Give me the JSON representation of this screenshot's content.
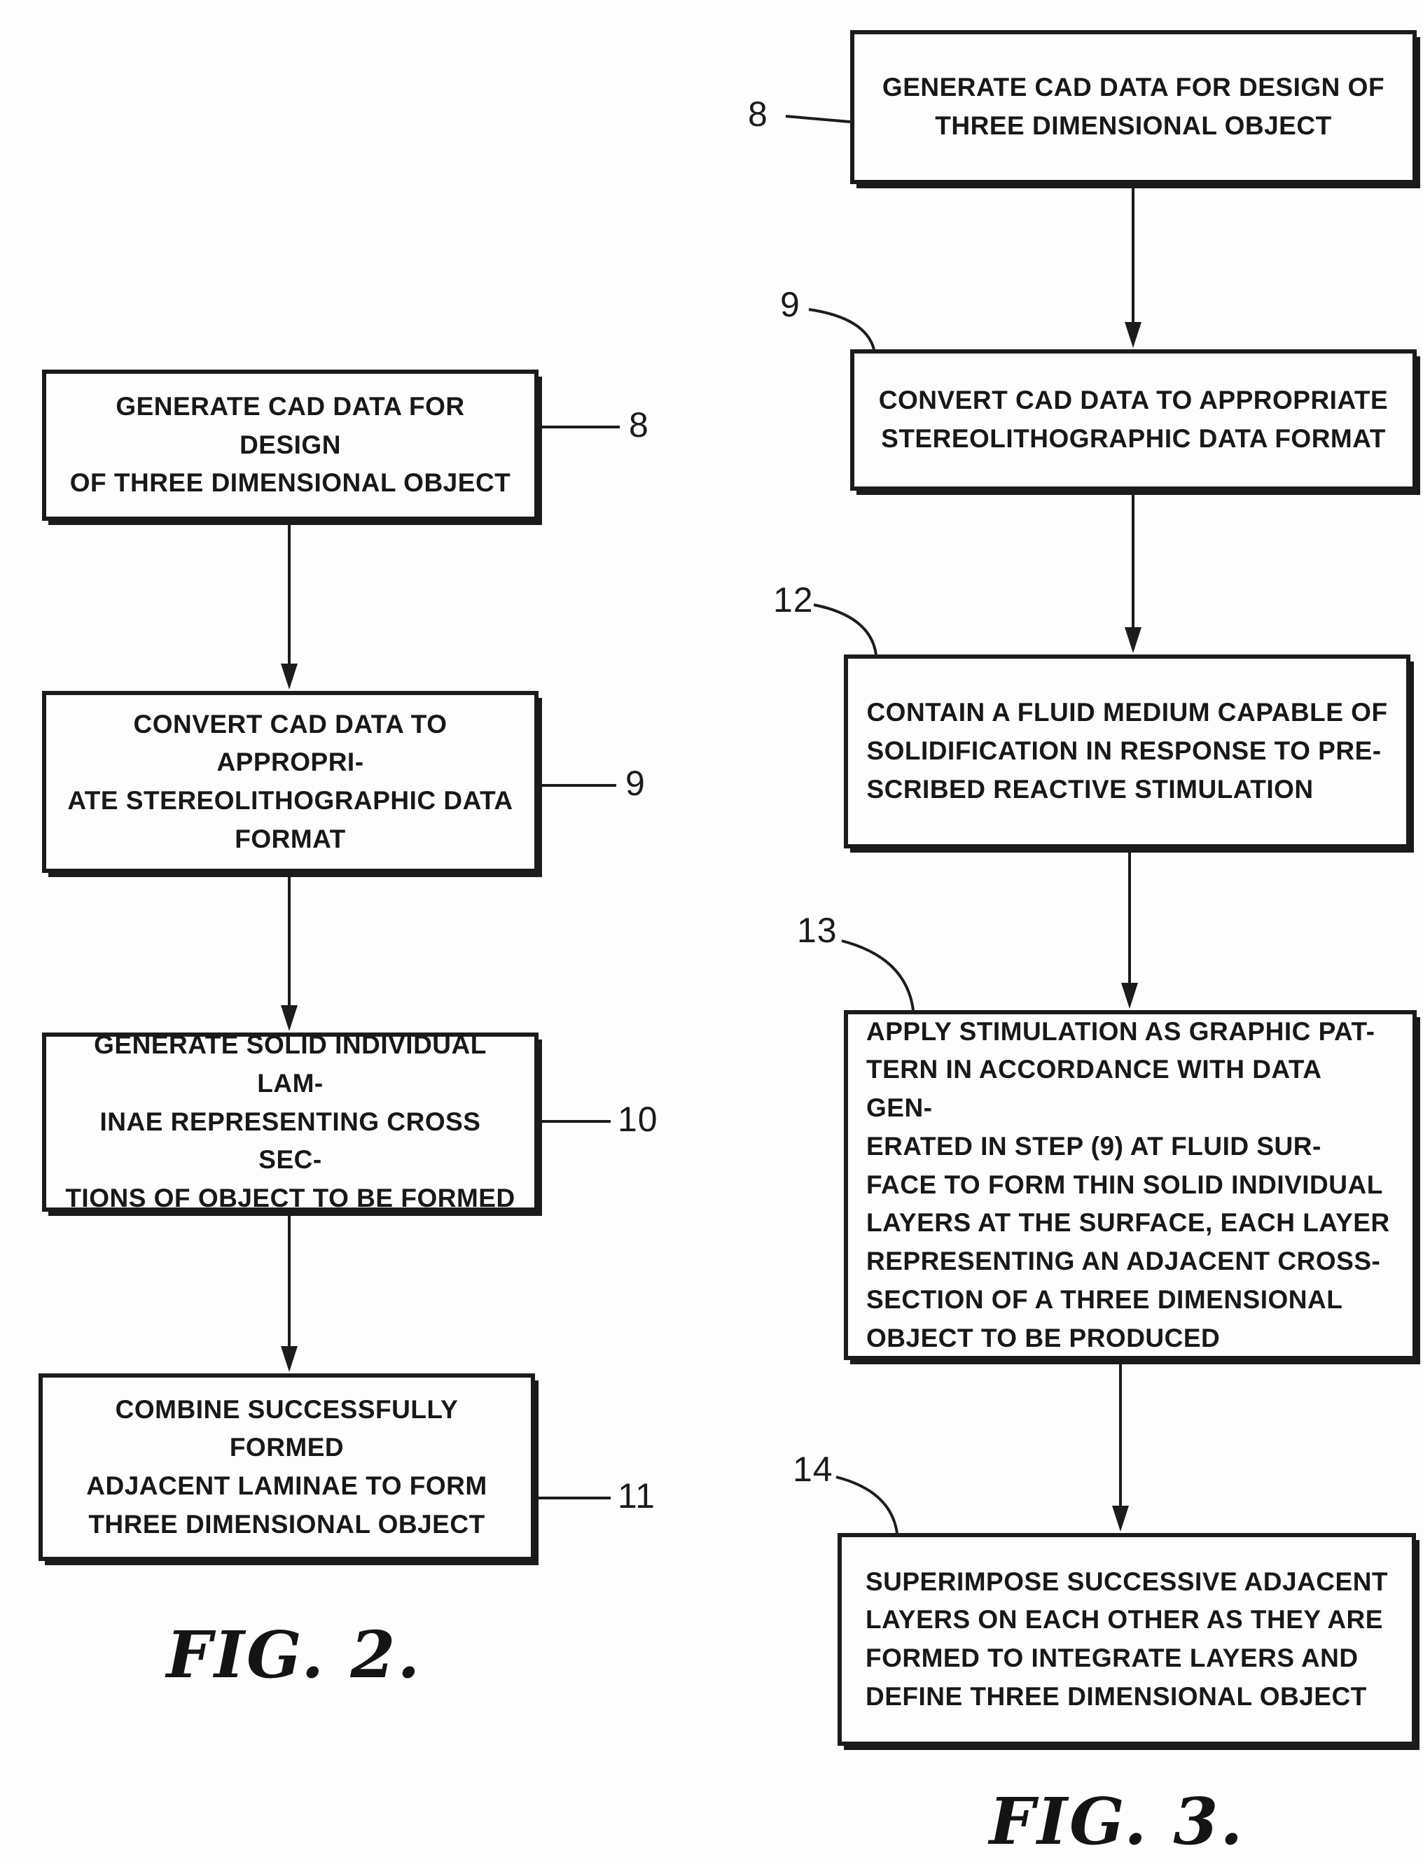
{
  "fig2": {
    "caption": "FIG. 2.",
    "boxes": [
      {
        "ref": "8",
        "text": "GENERATE CAD DATA FOR DESIGN\nOF THREE DIMENSIONAL OBJECT"
      },
      {
        "ref": "9",
        "text": "CONVERT CAD DATA TO APPROPRI-\nATE STEREOLITHOGRAPHIC DATA\nFORMAT"
      },
      {
        "ref": "10",
        "text": "GENERATE SOLID INDIVIDUAL LAM-\nINAE REPRESENTING CROSS SEC-\nTIONS OF OBJECT TO BE FORMED"
      },
      {
        "ref": "11",
        "text": "COMBINE SUCCESSFULLY FORMED\nADJACENT LAMINAE TO FORM\nTHREE DIMENSIONAL OBJECT"
      }
    ]
  },
  "fig3": {
    "caption": "FIG. 3.",
    "boxes": [
      {
        "ref": "8",
        "text": "GENERATE CAD DATA FOR DESIGN OF\nTHREE DIMENSIONAL OBJECT"
      },
      {
        "ref": "9",
        "text": "CONVERT CAD DATA TO APPROPRIATE\nSTEREOLITHOGRAPHIC DATA FORMAT"
      },
      {
        "ref": "12",
        "text": "CONTAIN A FLUID MEDIUM CAPABLE OF\nSOLIDIFICATION IN RESPONSE TO PRE-\nSCRIBED REACTIVE STIMULATION"
      },
      {
        "ref": "13",
        "text": "APPLY STIMULATION AS GRAPHIC PAT-\nTERN IN ACCORDANCE WITH DATA GEN-\nERATED IN STEP (9) AT FLUID SUR-\nFACE TO FORM THIN SOLID INDIVIDUAL\nLAYERS AT THE SURFACE, EACH LAYER\nREPRESENTING AN ADJACENT CROSS-\nSECTION OF A THREE DIMENSIONAL\nOBJECT TO BE PRODUCED"
      },
      {
        "ref": "14",
        "text": "SUPERIMPOSE SUCCESSIVE ADJACENT\nLAYERS ON EACH OTHER AS THEY ARE\nFORMED TO INTEGRATE LAYERS AND\nDEFINE THREE DIMENSIONAL OBJECT"
      }
    ]
  }
}
